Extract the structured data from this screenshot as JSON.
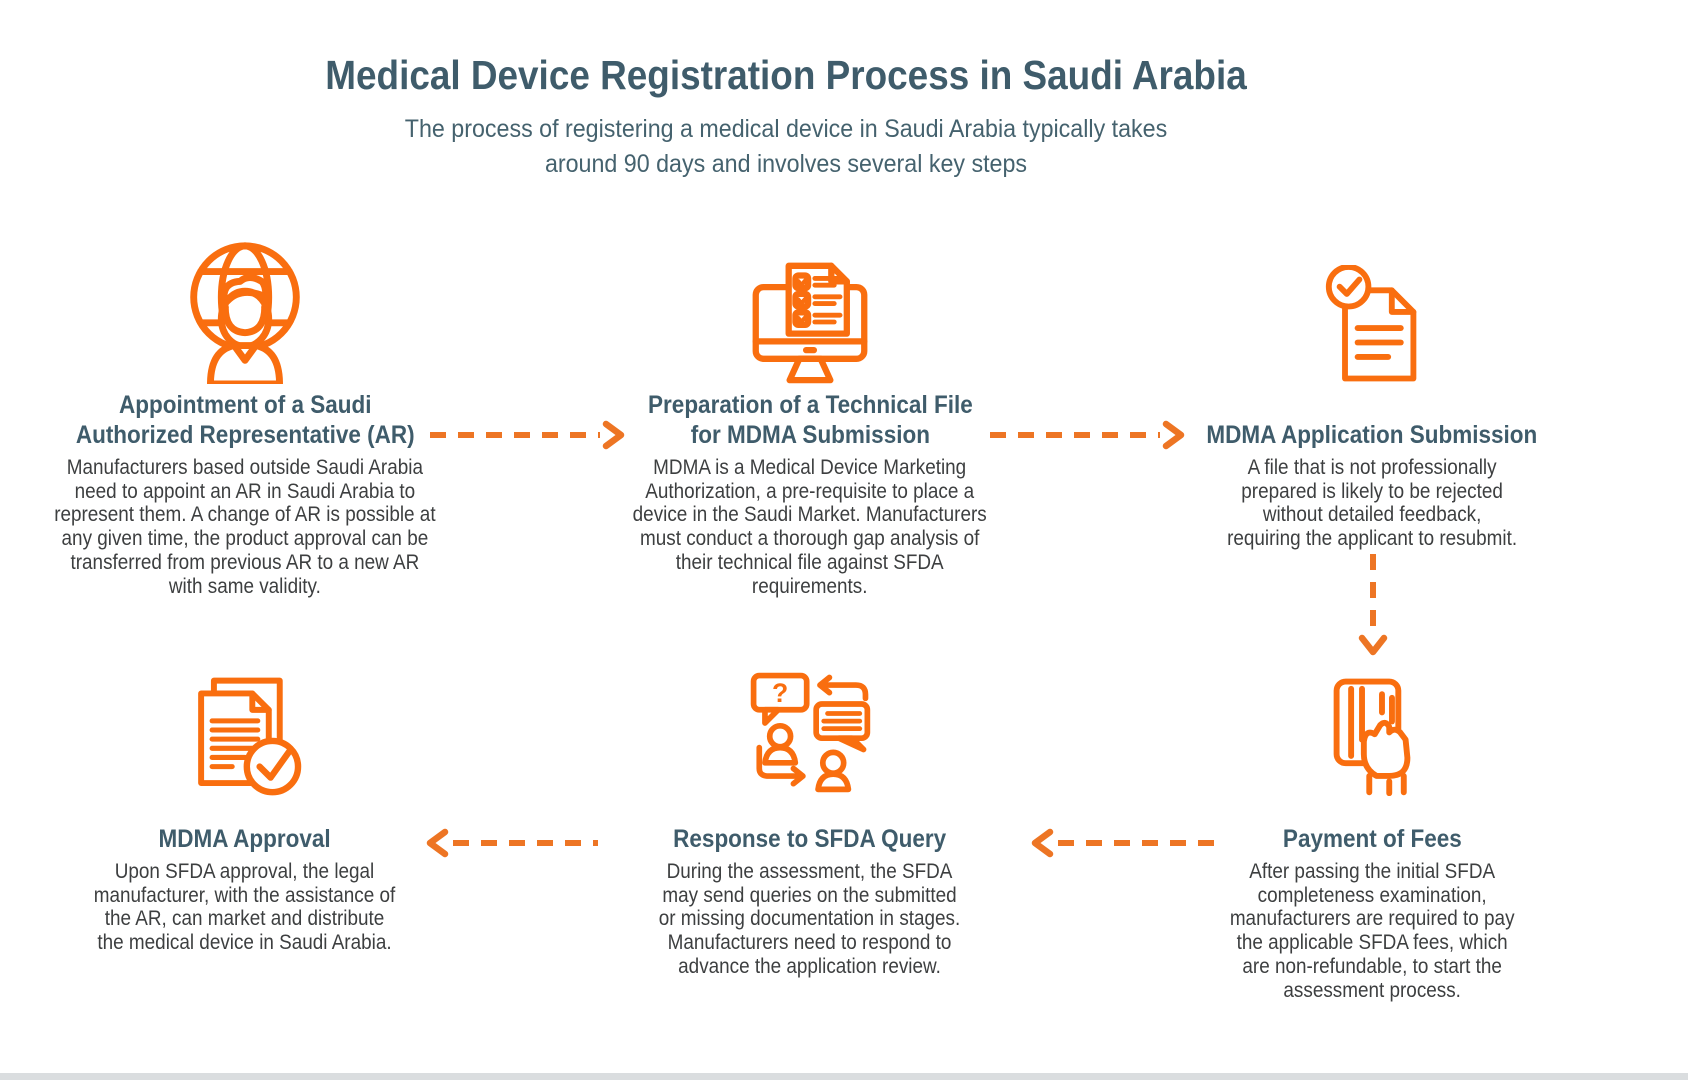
{
  "page": {
    "title": "Medical Device Registration Process in Saudi Arabia",
    "subtitle": [
      "The process of registering a medical device in Saudi Arabia typically takes",
      "around 90 days and involves several key steps"
    ]
  },
  "colors": {
    "icon_orange": "#F96E0F",
    "arrow_orange": "#ED7524",
    "heading_slate": "#3F5C6B",
    "body_text": "#3D3F40",
    "background": "#FFFFFF"
  },
  "steps": [
    {
      "order": 1,
      "icon": "globe-representative-icon",
      "title": [
        "Appointment of a Saudi",
        "Authorized Representative (AR)"
      ],
      "description": [
        "Manufacturers based outside Saudi Arabia",
        "need to appoint an AR in Saudi Arabia to",
        "represent them. A change of AR is possible at",
        "any given time, the product approval can be",
        "transferred from previous AR to a new AR",
        "with same validity."
      ]
    },
    {
      "order": 2,
      "icon": "monitor-checklist-icon",
      "title": [
        "Preparation of a Technical File",
        "for MDMA Submission"
      ],
      "description": [
        "MDMA is a Medical Device Marketing",
        "Authorization, a pre-requisite to place a",
        "device in the Saudi Market. Manufacturers",
        "must conduct a thorough gap analysis of",
        "their technical file against SFDA",
        "requirements."
      ]
    },
    {
      "order": 3,
      "icon": "document-check-icon",
      "title": "MDMA Application Submission",
      "description": [
        "A file that is not professionally",
        "prepared is likely to be rejected",
        "without detailed feedback,",
        "requiring the applicant to resubmit."
      ]
    },
    {
      "order": 4,
      "icon": "hand-credit-card-icon",
      "title": "Payment of Fees",
      "description": [
        "After passing the initial SFDA",
        "completeness examination,",
        "manufacturers are required to pay",
        "the applicable SFDA fees, which",
        "are non-refundable, to start the",
        "assessment process."
      ]
    },
    {
      "order": 5,
      "icon": "query-conversation-icon",
      "title": "Response to SFDA Query",
      "description": [
        "During the assessment, the SFDA",
        "may send queries on the submitted",
        "or missing documentation in stages.",
        "Manufacturers need to respond to",
        "advance the application review."
      ]
    },
    {
      "order": 6,
      "icon": "approved-documents-icon",
      "title": "MDMA Approval",
      "description": [
        "Upon SFDA approval, the legal",
        "manufacturer, with the assistance of",
        "the AR, can market and distribute",
        "the medical device in Saudi Arabia."
      ]
    }
  ],
  "flow": {
    "arrows": [
      "step1-to-step2-right",
      "step2-to-step3-right",
      "step3-to-step4-down",
      "step4-to-step5-left",
      "step5-to-step6-left"
    ]
  }
}
